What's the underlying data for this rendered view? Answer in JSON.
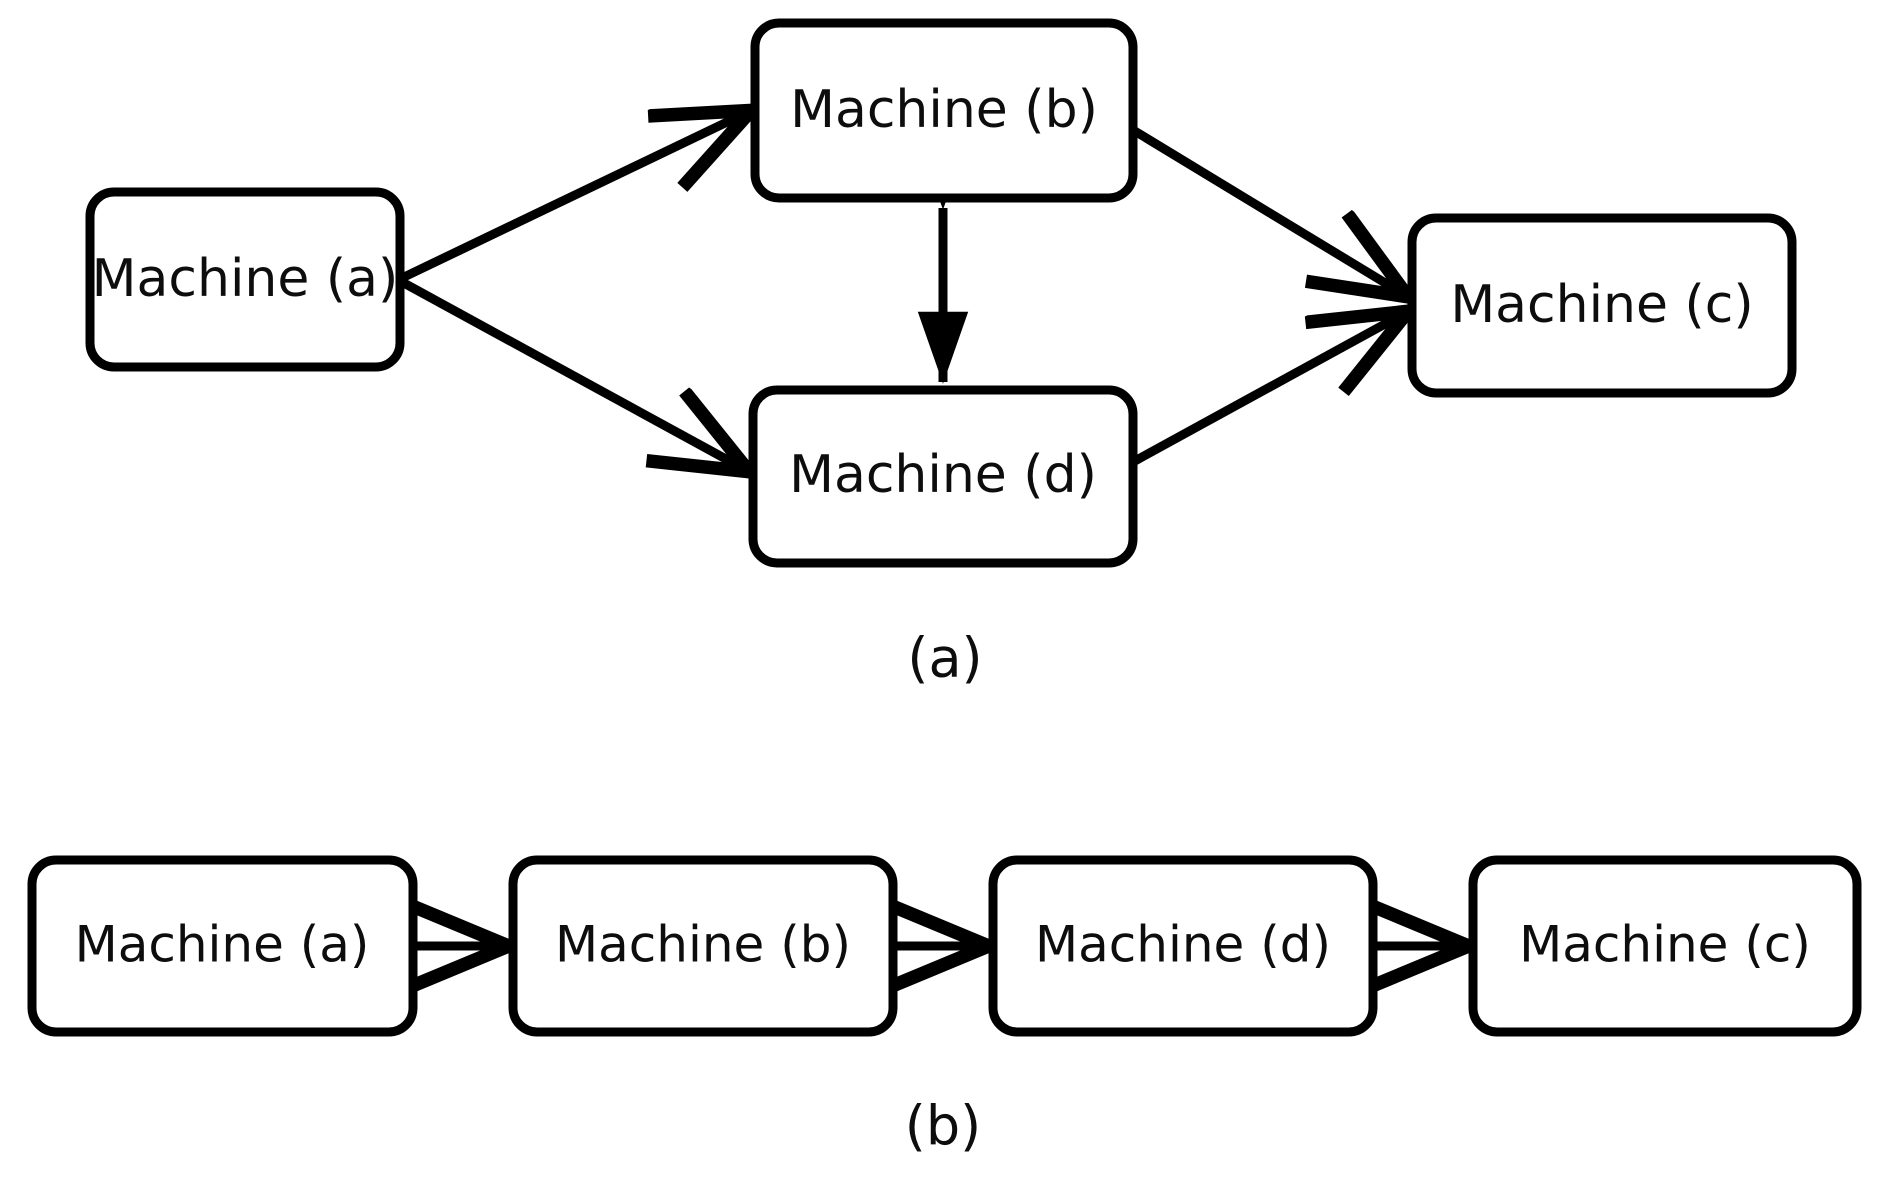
{
  "figure": {
    "background_color": "#ffffff",
    "stroke_color": "#000000",
    "text_color": "#0d0d0d",
    "panels": [
      {
        "caption": "(a)",
        "nodes": [
          {
            "id": "a",
            "label": "Machine (a)"
          },
          {
            "id": "b",
            "label": "Machine (b)"
          },
          {
            "id": "d",
            "label": "Machine (d)"
          },
          {
            "id": "c",
            "label": "Machine (c)"
          }
        ],
        "edges": [
          {
            "from": "Machine (a)",
            "to": "Machine (b)",
            "direction": "one-way"
          },
          {
            "from": "Machine (a)",
            "to": "Machine (d)",
            "direction": "one-way"
          },
          {
            "from": "Machine (b)",
            "to": "Machine (d)",
            "direction": "bidirectional"
          },
          {
            "from": "Machine (b)",
            "to": "Machine (c)",
            "direction": "one-way"
          },
          {
            "from": "Machine (d)",
            "to": "Machine (c)",
            "direction": "one-way"
          }
        ]
      },
      {
        "caption": "(b)",
        "nodes": [
          {
            "id": "a",
            "label": "Machine (a)"
          },
          {
            "id": "b",
            "label": "Machine (b)"
          },
          {
            "id": "d",
            "label": "Machine (d)"
          },
          {
            "id": "c",
            "label": "Machine (c)"
          }
        ],
        "edges": [
          {
            "from": "Machine (a)",
            "to": "Machine (b)",
            "direction": "one-way"
          },
          {
            "from": "Machine (b)",
            "to": "Machine (d)",
            "direction": "one-way"
          },
          {
            "from": "Machine (d)",
            "to": "Machine (c)",
            "direction": "one-way"
          }
        ]
      }
    ]
  },
  "panel_a": {
    "node_a_label": "Machine (a)",
    "node_b_label": "Machine (b)",
    "node_d_label": "Machine (d)",
    "node_c_label": "Machine (c)",
    "caption": "(a)"
  },
  "panel_b": {
    "node_1_label": "Machine (a)",
    "node_2_label": "Machine (b)",
    "node_3_label": "Machine (d)",
    "node_4_label": "Machine (c)",
    "caption": "(b)"
  }
}
